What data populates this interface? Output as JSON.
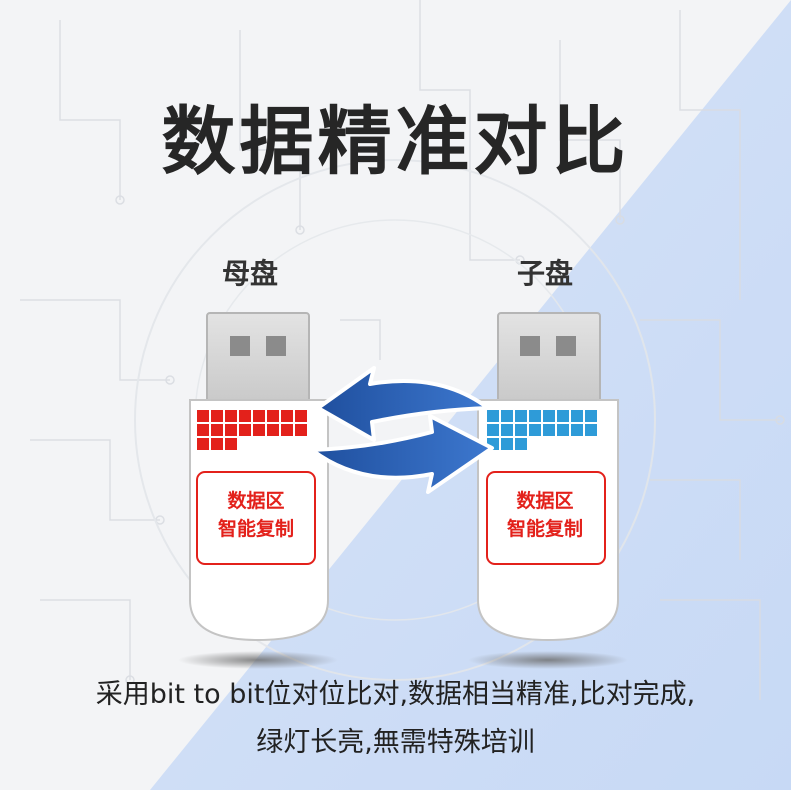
{
  "title": "数据精准对比",
  "mother": {
    "label": "母盘",
    "zone_line1": "数据区",
    "zone_line2": "智能复制",
    "color": "#e3211b"
  },
  "child": {
    "label": "子盘",
    "zone_line1": "数据区",
    "zone_line2": "智能复制",
    "color": "#2e9bd8"
  },
  "description": {
    "line1": "采用bit to bit位对位比对,数据相当精准,比对完成,",
    "line2": "绿灯长亮,無需特殊培训"
  },
  "colors": {
    "arrow": "#2f5fb0",
    "background_accent": "#cbdcf6"
  }
}
